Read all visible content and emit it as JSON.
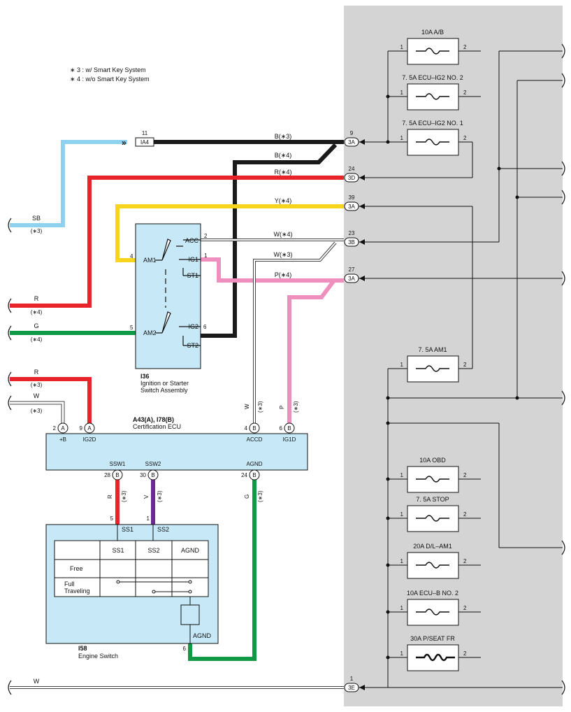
{
  "notes": {
    "n3": "∗ 3 : w/ Smart Key System",
    "n4": "∗ 4 : w/o Smart Key System"
  },
  "colors": {
    "SB": "#8fd2f0",
    "R": "#e8242b",
    "G": "#109a46",
    "Y": "#f7d51c",
    "P": "#ee8fbd",
    "V": "#6a2d8f",
    "B": "#1a1a1a",
    "W": "#ffffff",
    "component": "#c6e8f7",
    "junction": "#d4d4d4"
  },
  "junction_connector": "IA4",
  "junction_pin": "11",
  "wires_left": [
    {
      "color": "SB",
      "note": "(∗3)"
    },
    {
      "color": "R",
      "note": "(∗4)"
    },
    {
      "color": "G",
      "note": "(∗4)"
    },
    {
      "color": "R",
      "note": "(∗3)"
    },
    {
      "color": "W",
      "note": "(∗3)"
    },
    {
      "color": "W",
      "note": ""
    }
  ],
  "wires_to_jb": [
    {
      "label": "B(∗3)",
      "pin": "9",
      "conn": "3A"
    },
    {
      "label": "B(∗4)",
      "pin": "",
      "conn": ""
    },
    {
      "label": "R(∗4)",
      "pin": "24",
      "conn": "3D"
    },
    {
      "label": "Y(∗4)",
      "pin": "39",
      "conn": "3A"
    },
    {
      "label": "W(∗4)",
      "pin": "23",
      "conn": "3B"
    },
    {
      "label": "W(∗3)",
      "pin": "",
      "conn": ""
    },
    {
      "label": "P(∗4)",
      "pin": "27",
      "conn": "3A"
    },
    {
      "label": "",
      "pin": "1",
      "conn": "3E"
    }
  ],
  "ignition_switch": {
    "id": "I36",
    "name_l1": "Ignition or Starter",
    "name_l2": "Switch Assembly",
    "terms": {
      "acc": "ACC",
      "ig1": "IG1",
      "st1": "ST1",
      "ig2": "IG2",
      "st2": "ST2",
      "am1": "AM1",
      "am2": "AM2"
    },
    "pins": {
      "acc": "2",
      "ig1": "1",
      "ig2": "6",
      "am1": "4",
      "am2": "5"
    }
  },
  "cert_ecu": {
    "id": "A43(A), I78(B)",
    "name": "Certification ECU",
    "pins_top": [
      {
        "pin": "2",
        "conn": "A",
        "name": "+B"
      },
      {
        "pin": "9",
        "conn": "A",
        "name": "IG2D"
      },
      {
        "pin": "4",
        "conn": "B",
        "name": "ACCD"
      },
      {
        "pin": "6",
        "conn": "B",
        "name": "IG1D"
      }
    ],
    "pins_bottom": [
      {
        "pin": "28",
        "conn": "B",
        "name": "SSW1"
      },
      {
        "pin": "30",
        "conn": "B",
        "name": "SSW2"
      },
      {
        "pin": "24",
        "conn": "B",
        "name": "AGND"
      }
    ],
    "wire_labels": [
      {
        "color": "W",
        "note": "(∗3)"
      },
      {
        "color": "P",
        "note": "(∗3)"
      },
      {
        "color": "R",
        "note": "(∗3)"
      },
      {
        "color": "V",
        "note": "(∗3)"
      },
      {
        "color": "G",
        "note": "(∗3)"
      }
    ]
  },
  "engine_switch": {
    "id": "I58",
    "name": "Engine Switch",
    "pins": {
      "ss1": "5",
      "ss2": "1",
      "agnd": "6"
    },
    "terms": {
      "ss1": "SS1",
      "ss2": "SS2",
      "agnd": "AGND"
    },
    "table_headers": [
      "SS1",
      "SS2",
      "AGND"
    ],
    "rows": [
      "Free",
      "Full",
      "Traveling"
    ]
  },
  "fuses": [
    {
      "name": "10A A/B",
      "p1": "1",
      "p2": "2"
    },
    {
      "name": "7. 5A ECU–IG2 NO. 2",
      "p1": "1",
      "p2": "2"
    },
    {
      "name": "7. 5A ECU–IG2 NO. 1",
      "p1": "1",
      "p2": "2"
    },
    {
      "name": "7. 5A AM1",
      "p1": "1",
      "p2": "2"
    },
    {
      "name": "10A OBD",
      "p1": "1",
      "p2": "2"
    },
    {
      "name": "7. 5A STOP",
      "p1": "1",
      "p2": "2"
    },
    {
      "name": "20A D/L–AM1",
      "p1": "1",
      "p2": "2"
    },
    {
      "name": "10A ECU–B NO. 2",
      "p1": "1",
      "p2": "2"
    },
    {
      "name": "30A P/SEAT FR",
      "p1": "1",
      "p2": "2"
    }
  ]
}
